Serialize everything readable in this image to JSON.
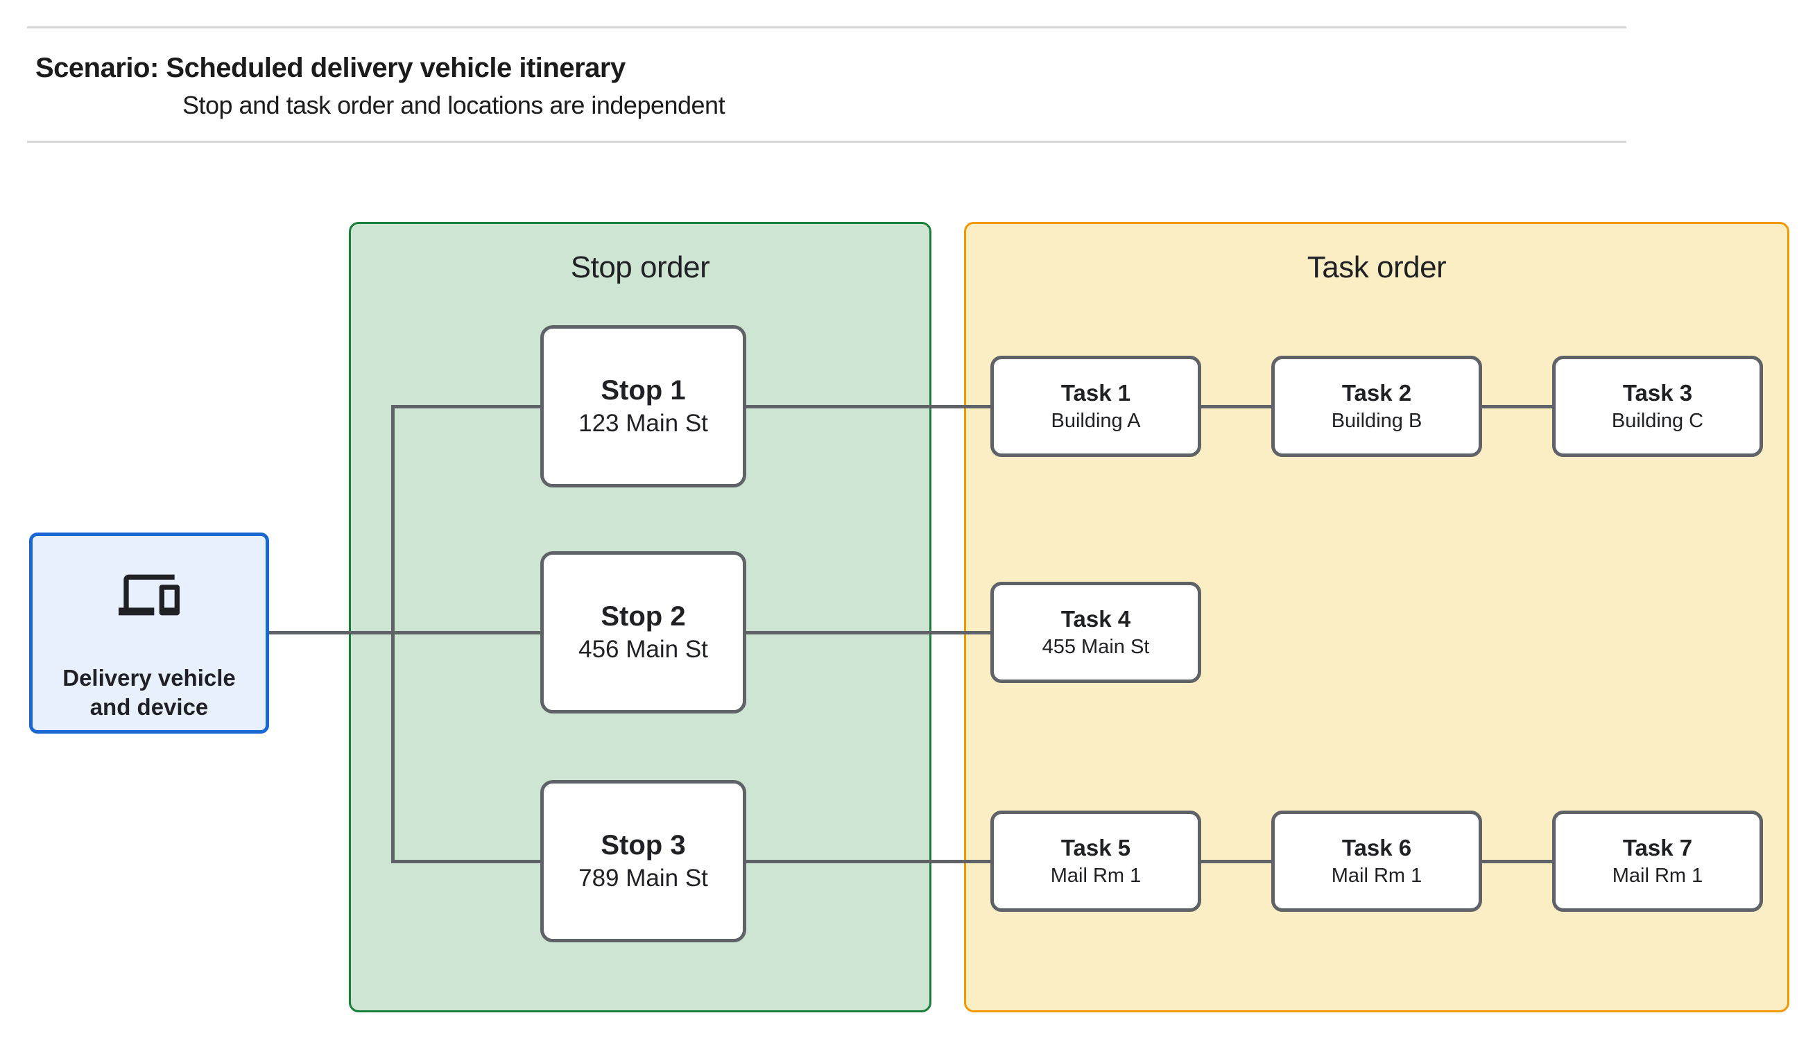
{
  "header": {
    "title": "Scenario: Scheduled delivery vehicle itinerary",
    "subtitle": "Stop and task order and locations are independent"
  },
  "device_node": {
    "label": "Delivery vehicle and device",
    "icon": "devices-icon"
  },
  "panels": {
    "stop_order": {
      "title": "Stop order"
    },
    "task_order": {
      "title": "Task order"
    }
  },
  "stops": [
    {
      "name": "Stop 1",
      "location": "123 Main St"
    },
    {
      "name": "Stop 2",
      "location": "456 Main St"
    },
    {
      "name": "Stop 3",
      "location": "789 Main St"
    }
  ],
  "tasks": [
    {
      "name": "Task 1",
      "location": "Building A"
    },
    {
      "name": "Task 2",
      "location": "Building B"
    },
    {
      "name": "Task 3",
      "location": "Building C"
    },
    {
      "name": "Task 4",
      "location": "455 Main St"
    },
    {
      "name": "Task 5",
      "location": "Mail Rm 1"
    },
    {
      "name": "Task 6",
      "location": "Mail Rm 1"
    },
    {
      "name": "Task 7",
      "location": "Mail Rm 1"
    }
  ],
  "colors": {
    "stop_panel_fill": "#CFE5D4",
    "stop_panel_border": "#188038",
    "task_panel_fill": "#FCEEC4",
    "task_panel_border": "#F29900",
    "device_fill": "#E8F0FE",
    "device_border": "#1967D2",
    "node_border": "#5F6368",
    "connector": "#5F6368",
    "text": "#202124",
    "rule": "#D7D7D7"
  }
}
